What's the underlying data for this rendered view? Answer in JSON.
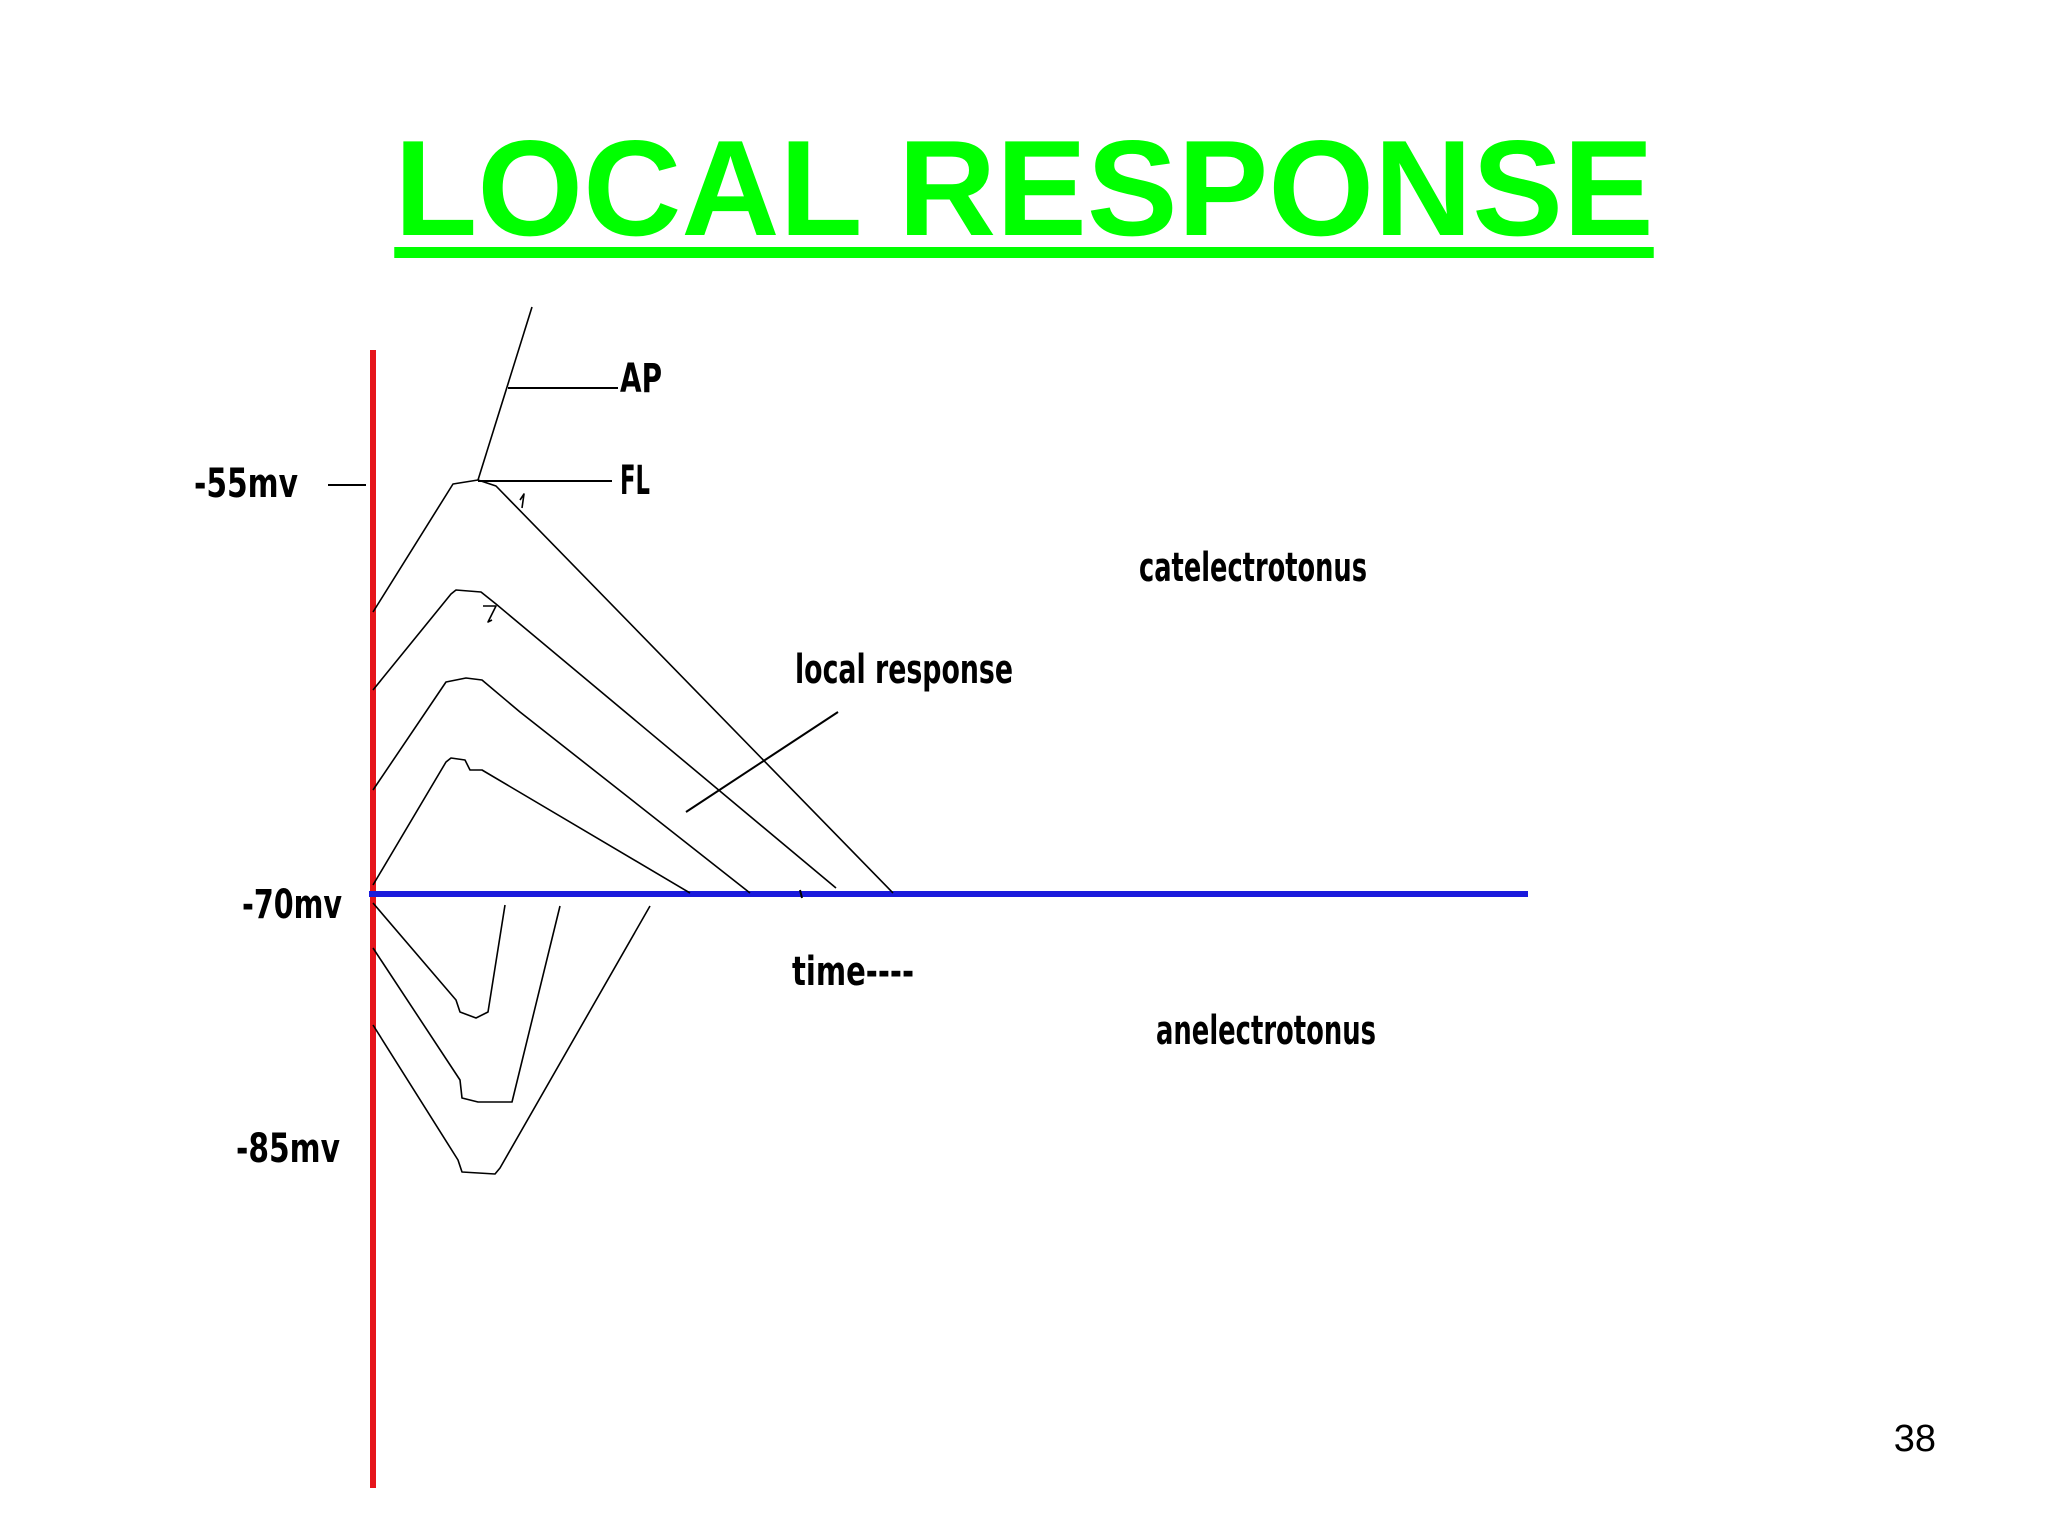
{
  "slide": {
    "title": "LOCAL RESPONSE",
    "page_number": "38"
  },
  "diagram": {
    "y_labels": {
      "minus55": "-55mv",
      "minus70": "-70mv",
      "minus85": "-85mv"
    },
    "annotations": {
      "ap": "AP",
      "fl": "FL",
      "catelectrotonus": "catelectrotonus",
      "local_response": "local response",
      "time": "time----",
      "anelectrotonus": "anelectrotonus"
    }
  },
  "colors": {
    "title": "#00ff00",
    "y_axis": "#e6151b",
    "baseline": "#1a1adc",
    "curves": "#000000"
  }
}
